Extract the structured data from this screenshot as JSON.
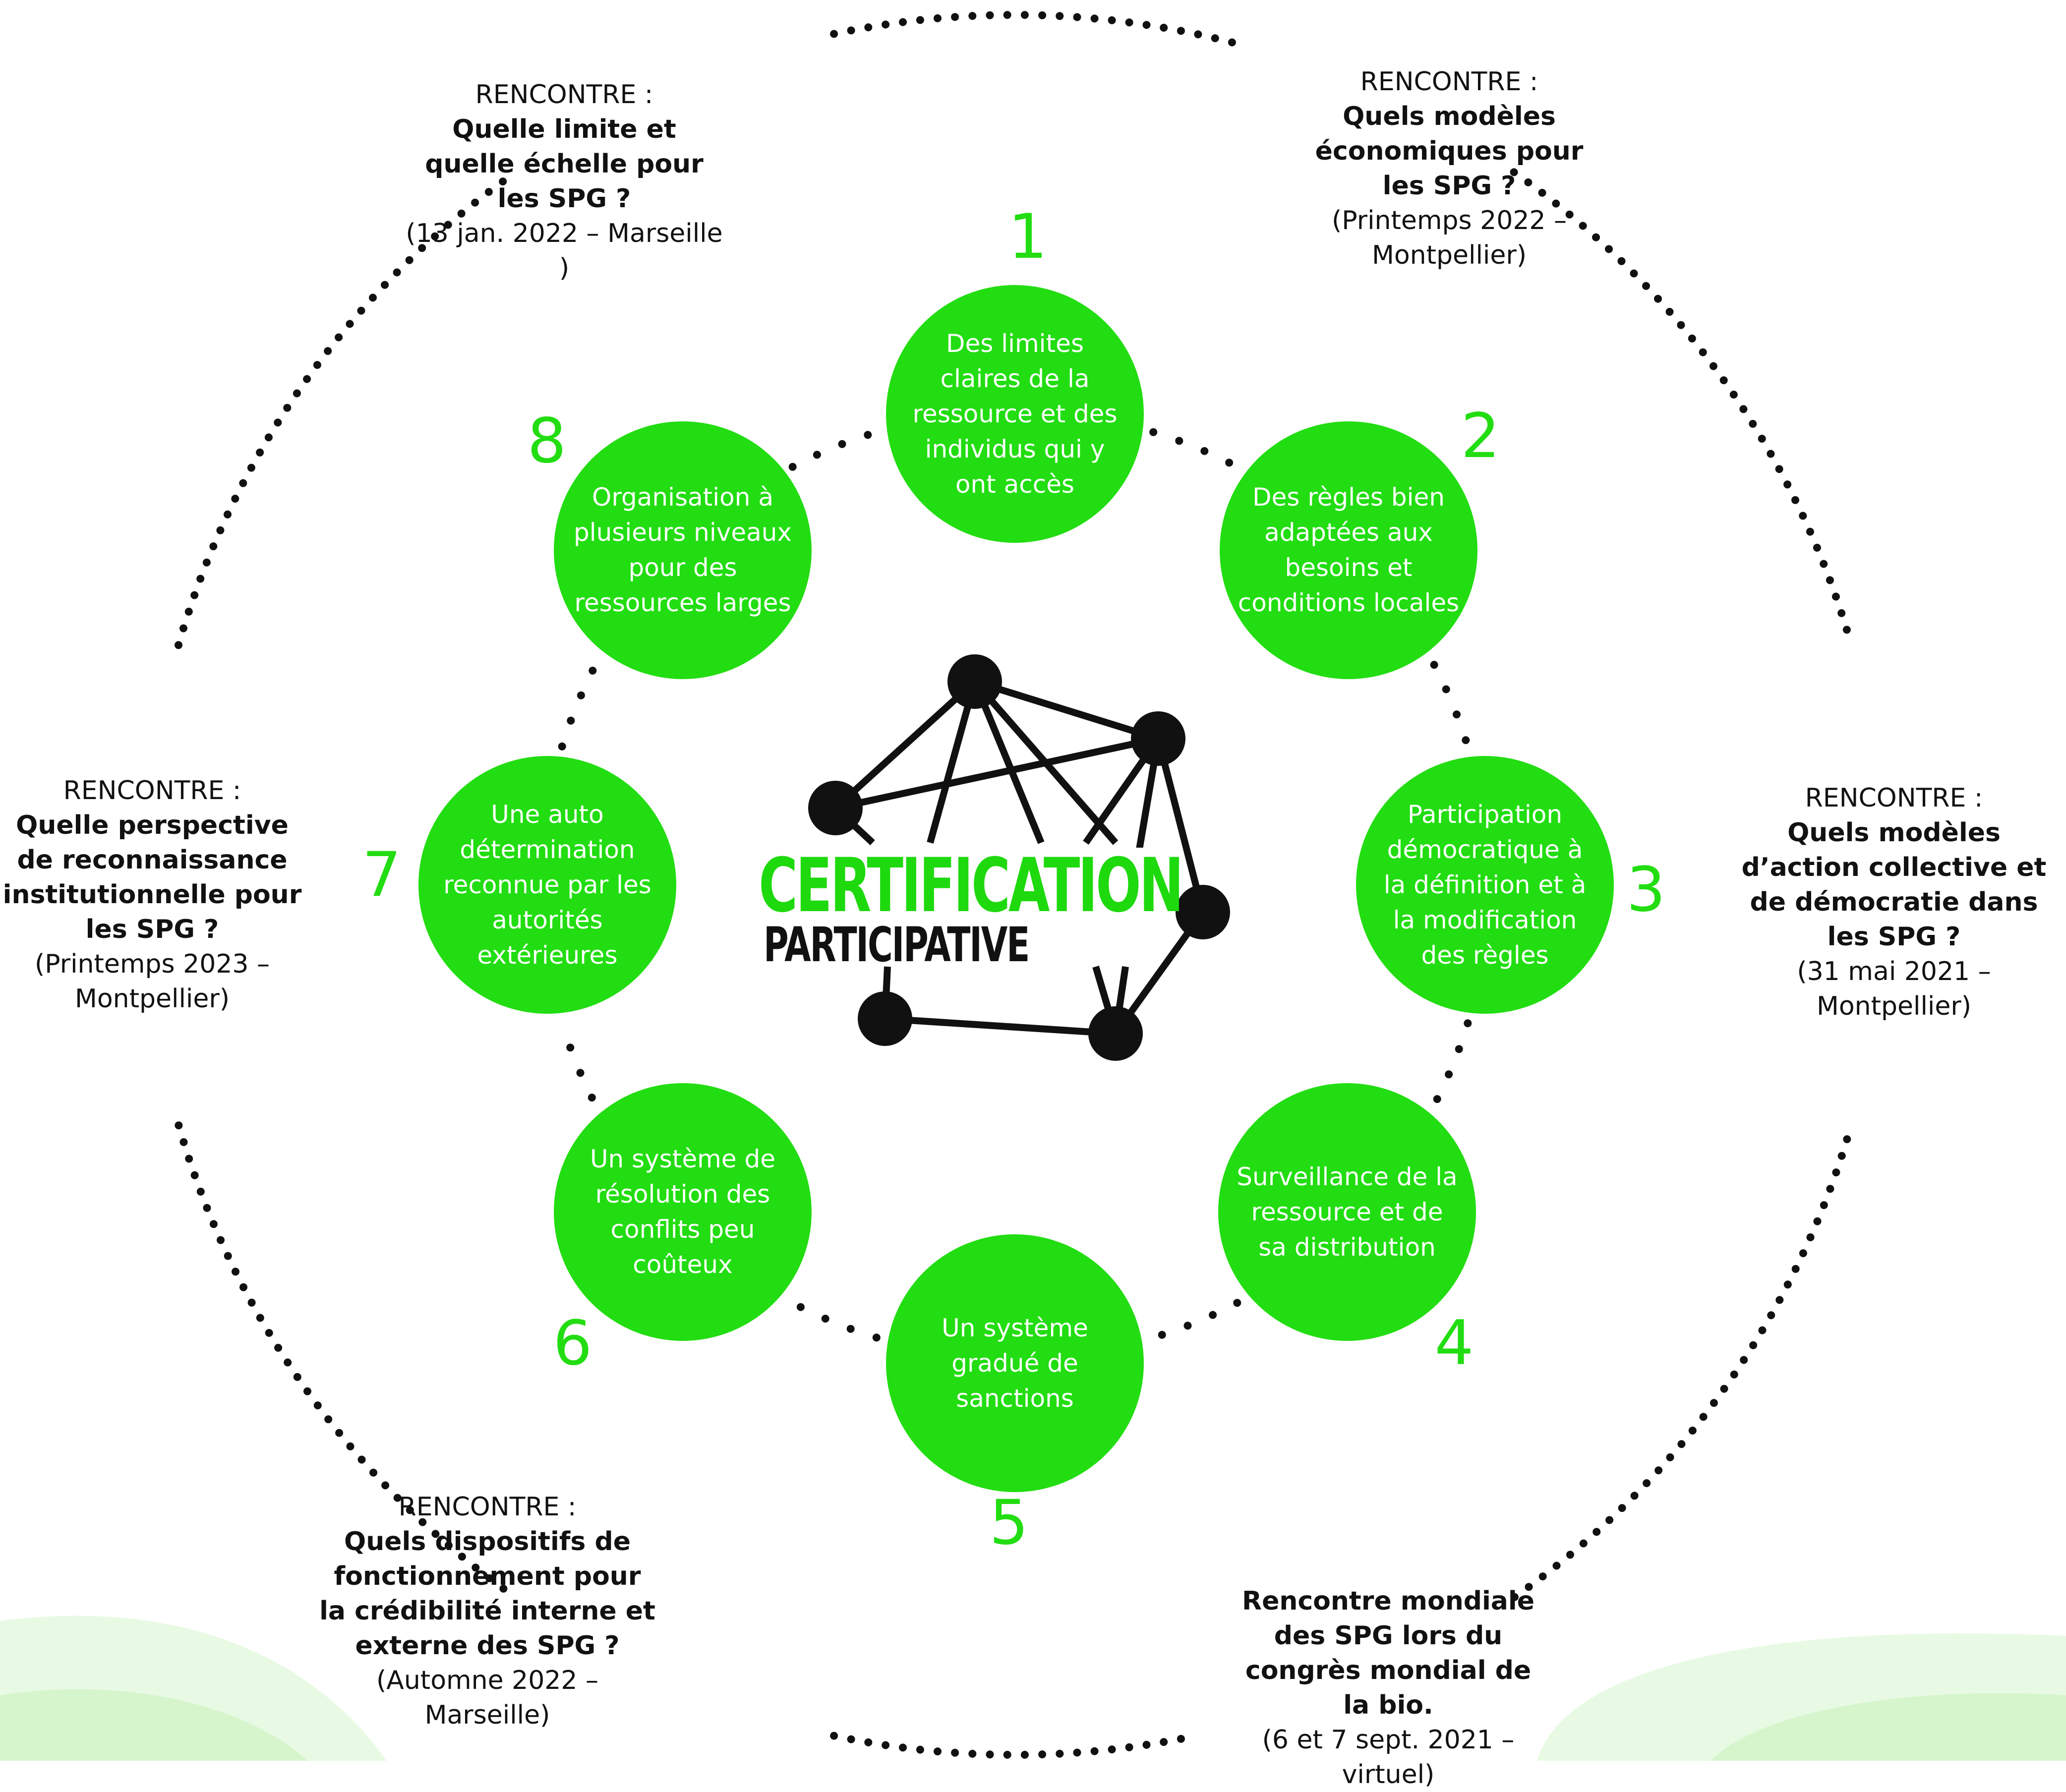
{
  "logo": {
    "line1": "CERTIFICATION",
    "line2": "PARTICIPATIVE"
  },
  "colors": {
    "accent": "#22dd11",
    "dots": "#111111",
    "text": "#111111",
    "background_waves": "#dff8d8"
  },
  "principles": [
    {
      "number": "1",
      "text": "Des limites claires de la ressource et des individus qui y ont accès"
    },
    {
      "number": "2",
      "text": "Des règles bien adaptées aux besoins et conditions locales"
    },
    {
      "number": "3",
      "text": "Participation démocratique à la définition et à la modification des règles"
    },
    {
      "number": "4",
      "text": "Surveillance de la ressource et de sa distribution"
    },
    {
      "number": "5",
      "text": "Un système gradué de sanctions"
    },
    {
      "number": "6",
      "text": "Un système de résolution des conflits peu coûteux"
    },
    {
      "number": "7",
      "text": "Une auto détermination reconnue par les autorités extérieures"
    },
    {
      "number": "8",
      "text": "Organisation à plusieurs niveaux pour des ressources larges"
    }
  ],
  "meetings": [
    {
      "label": "RENCONTRE :",
      "question": "Quelle limite et quelle échelle pour les SPG ?",
      "detail": "(13 jan. 2022 – Marseille )"
    },
    {
      "label": "RENCONTRE :",
      "question": "Quels modèles économiques pour les SPG ?",
      "detail": "(Printemps 2022 – Montpellier)"
    },
    {
      "label": "RENCONTRE :",
      "question": "Quels modèles d’action collective et de démocratie dans les SPG ?",
      "detail": "(31 mai 2021 – Montpellier)"
    },
    {
      "label": "",
      "question": "Rencontre mondiale des SPG lors du congrès mondial de la bio.",
      "detail": "(6 et 7 sept. 2021 – virtuel)"
    },
    {
      "label": "RENCONTRE :",
      "question": "Quels dispositifs de fonctionnement pour la crédibilité interne et externe des SPG ?",
      "detail": "(Automne 2022 – Marseille)"
    },
    {
      "label": "RENCONTRE :",
      "question": "Quelle perspective de reconnaissance institutionnelle pour les SPG ?",
      "detail": "(Printemps 2023 – Montpellier)"
    }
  ]
}
